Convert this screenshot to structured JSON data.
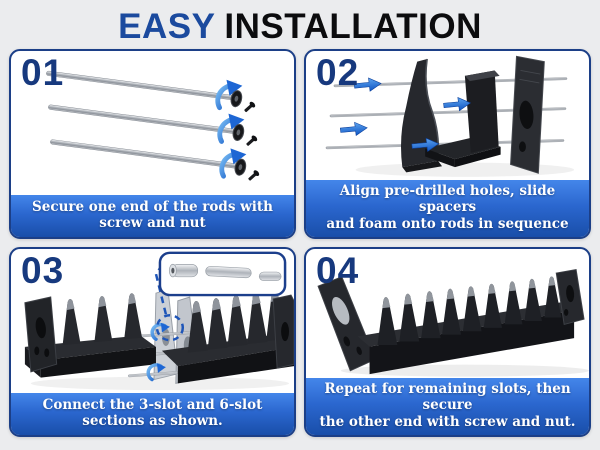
{
  "header": {
    "title_highlight": "EASY",
    "title_rest": "INSTALLATION"
  },
  "steps": [
    {
      "number": "01",
      "caption_line1": "Secure one end of the rods with",
      "caption_line2": "screw and nut",
      "illustration": "three metal rods, each with a nut disc and screw at one end and a blue rotation arrow"
    },
    {
      "number": "02",
      "caption_line1": "Align pre-drilled holes,  slide spacers",
      "caption_line2": "and foam onto rods in sequence",
      "illustration": "spacer plate, foam block and end plate sliding onto three rods with blue direction arrows"
    },
    {
      "number": "03",
      "caption_line1": "Connect the 3-slot and 6-slot",
      "caption_line2": "sections as shown.",
      "illustration": "3-slot and 6-slot sections joined by rod couplers; detail inset of coupler and dashed callout"
    },
    {
      "number": "04",
      "caption_line1": "Repeat for remaining slots, then secure",
      "caption_line2": "the other end with screw and nut.",
      "illustration": "fully assembled multi-slot organizer rack with detached end plate at left"
    }
  ],
  "colors": {
    "background": "#ebecee",
    "accent_blue": "#1b4a9e",
    "card_border": "#1c3f87",
    "step_number": "#17397e",
    "banner_top": "#4486ea",
    "banner_bottom": "#194ea9",
    "caption_text": "#ffffff",
    "title_rest_color": "#0c0c0e",
    "arrow_blue": "#1d66d4"
  }
}
